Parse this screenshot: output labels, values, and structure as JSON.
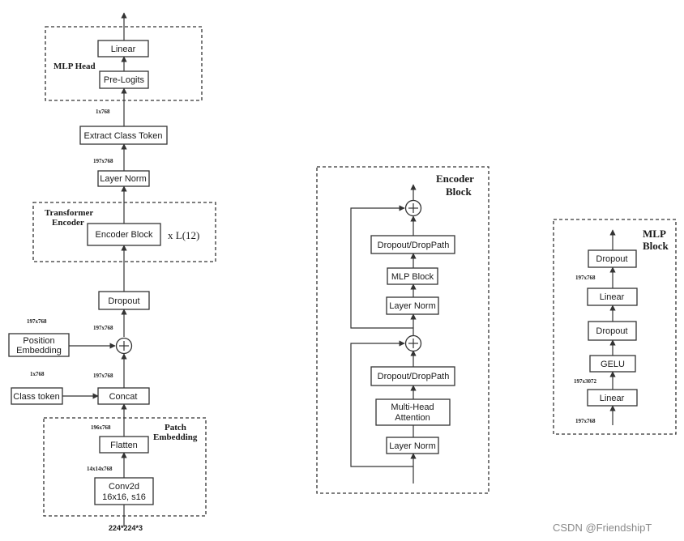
{
  "vit": {
    "linear": "Linear",
    "pre_logits": "Pre-Logits",
    "mlp_head_title": "MLP Head",
    "dim_1x768": "1x768",
    "extract_class_token": "Extract Class Token",
    "dim_197x768_a": "197x768",
    "layer_norm": "Layer Norm",
    "transformer_encoder_title_1": "Transformer",
    "transformer_encoder_title_2": "Encoder",
    "encoder_block": "Encoder Block",
    "repeat": "x L(12)",
    "dropout": "Dropout",
    "pos_dim": "197x768",
    "position_embedding_1": "Position",
    "position_embedding_2": "Embedding",
    "dim_197x768_b": "197x768",
    "cls_dim": "1x768",
    "class_token": "Class token",
    "dim_197x768_c": "197x768",
    "concat": "Concat",
    "dim_196x768": "196x768",
    "flatten": "Flatten",
    "patch_embedding_title_1": "Patch",
    "patch_embedding_title_2": "Embedding",
    "dim_14x14x768": "14x14x768",
    "conv2d_1": "Conv2d",
    "conv2d_2": "16x16, s16",
    "input_size": "224*224*3"
  },
  "encoder_block": {
    "title_1": "Encoder",
    "title_2": "Block",
    "dropout_top": "Dropout/DropPath",
    "mlp_block": "MLP Block",
    "layer_norm_top": "Layer Norm",
    "dropout_bottom": "Dropout/DropPath",
    "mha_1": "Multi-Head",
    "mha_2": "Attention",
    "layer_norm_bottom": "Layer Norm"
  },
  "mlp_block": {
    "title_1": "MLP",
    "title_2": "Block",
    "dropout_top": "Dropout",
    "dim_197x768_top": "197x768",
    "linear_top": "Linear",
    "dropout_mid": "Dropout",
    "gelu": "GELU",
    "dim_197x3072": "197x3072",
    "linear_bottom": "Linear",
    "dim_197x768_bottom": "197x768"
  },
  "watermark": "CSDN @FriendshipT",
  "colors": {
    "stroke": "#333333",
    "text": "#1a1a1a",
    "watermark": "#8a8a8a"
  }
}
